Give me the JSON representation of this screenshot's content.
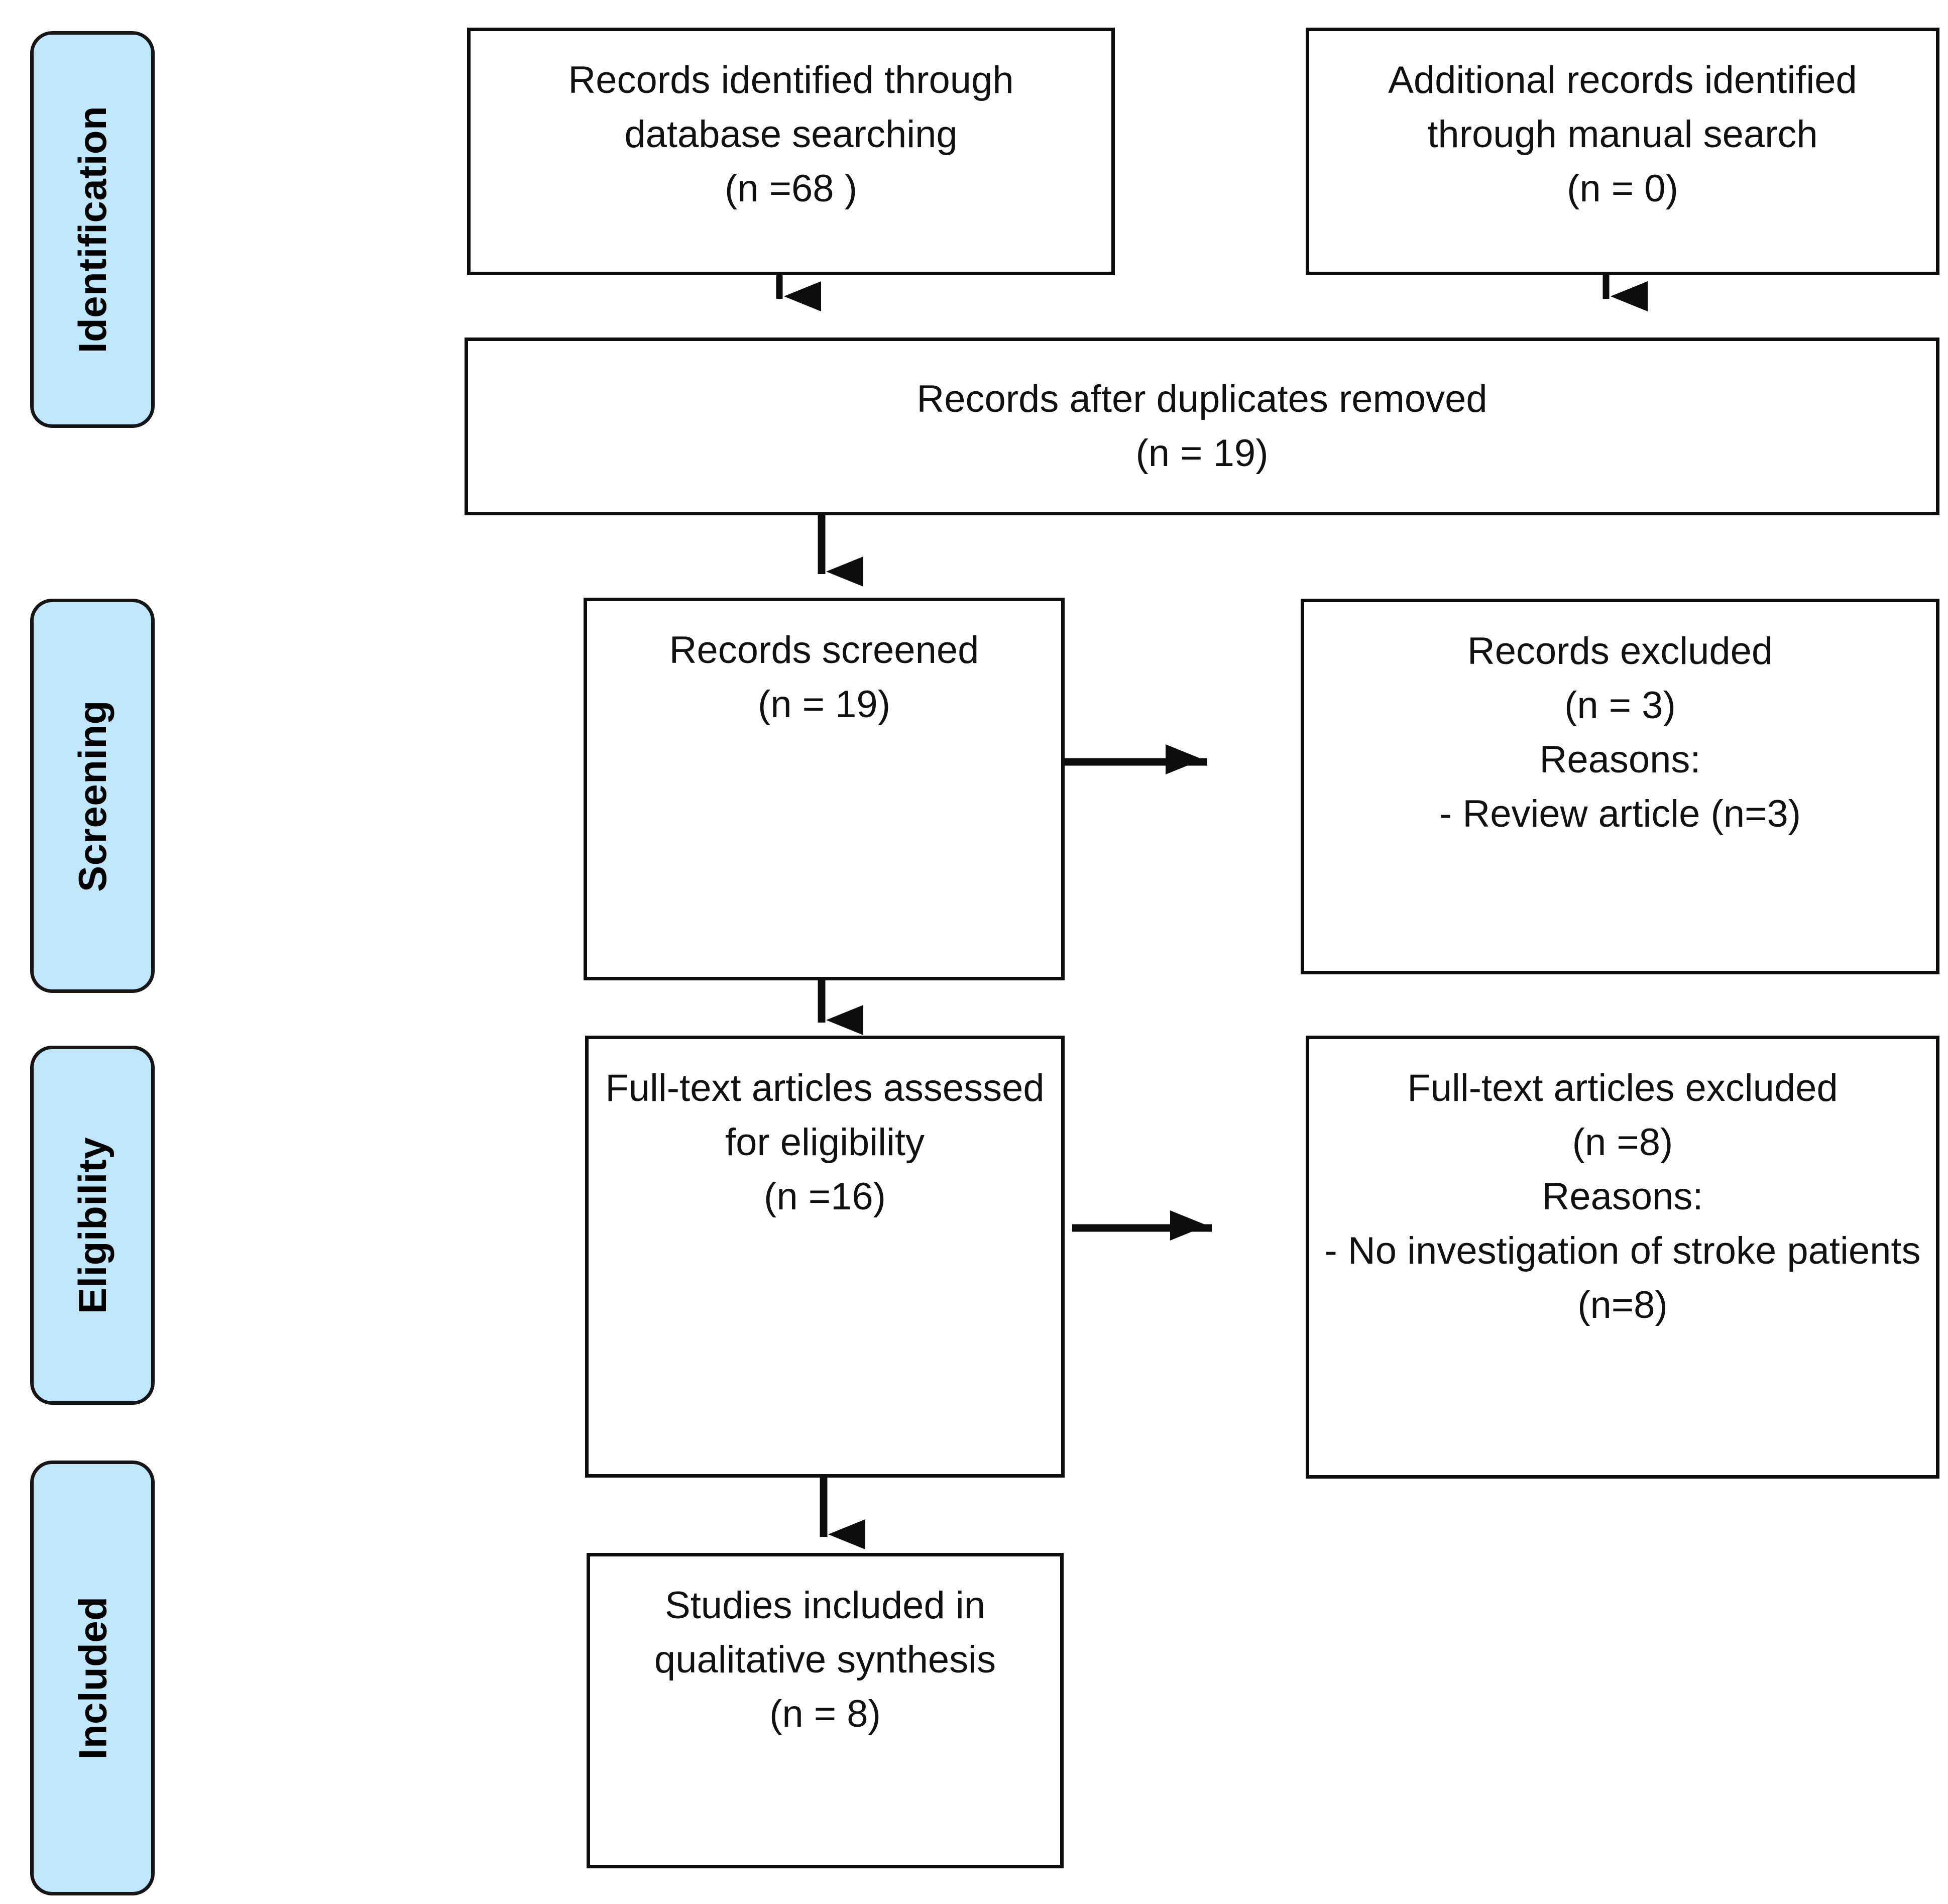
{
  "diagram": {
    "title": "PRISMA flow diagram",
    "type": "flowchart",
    "accent_color": "#bfe6f9",
    "border_color": "#0d0d0d",
    "background_color": "#ffffff"
  },
  "stages": [
    {
      "id": "identification",
      "label": "Identification"
    },
    {
      "id": "screening",
      "label": "Screening"
    },
    {
      "id": "eligibility",
      "label": "Eligibility"
    },
    {
      "id": "included",
      "label": "Included"
    }
  ],
  "boxes": {
    "database_search": {
      "label": "Records identified through\ndatabase searching\n(n =68 )",
      "count": 68
    },
    "manual_search": {
      "label": "Additional records identified\nthrough manual search\n(n = 0)",
      "count": 0
    },
    "duplicates_removed": {
      "label": "Records after duplicates removed\n(n = 19)",
      "count": 19
    },
    "records_screened": {
      "label": "Records screened\n(n = 19)",
      "count": 19
    },
    "records_excluded": {
      "label": "Records excluded\n(n = 3)\nReasons:\n- Review article (n=3)",
      "count": 3
    },
    "fulltext_assessed": {
      "label": "Full-text articles assessed\nfor eligibility\n(n =16)",
      "count": 16
    },
    "fulltext_excluded": {
      "label": "Full-text articles excluded\n(n =8)\nReasons:\n- No investigation of stroke patients\n(n=8)",
      "count": 8
    },
    "studies_included": {
      "label": "Studies included in\nqualitative synthesis\n(n = 8)",
      "count": 8
    }
  },
  "connectors": [
    {
      "id": "db-to-dedup",
      "from": "database_search",
      "to": "duplicates_removed",
      "direction": "down"
    },
    {
      "id": "manual-to-dedup",
      "from": "manual_search",
      "to": "duplicates_removed",
      "direction": "down"
    },
    {
      "id": "dedup-to-screened",
      "from": "duplicates_removed",
      "to": "records_screened",
      "direction": "down"
    },
    {
      "id": "screened-to-excluded",
      "from": "records_screened",
      "to": "records_excluded",
      "direction": "right"
    },
    {
      "id": "screened-to-fulltext",
      "from": "records_screened",
      "to": "fulltext_assessed",
      "direction": "down"
    },
    {
      "id": "fulltext-to-excluded",
      "from": "fulltext_assessed",
      "to": "fulltext_excluded",
      "direction": "right"
    },
    {
      "id": "fulltext-to-included",
      "from": "fulltext_assessed",
      "to": "studies_included",
      "direction": "down"
    }
  ]
}
